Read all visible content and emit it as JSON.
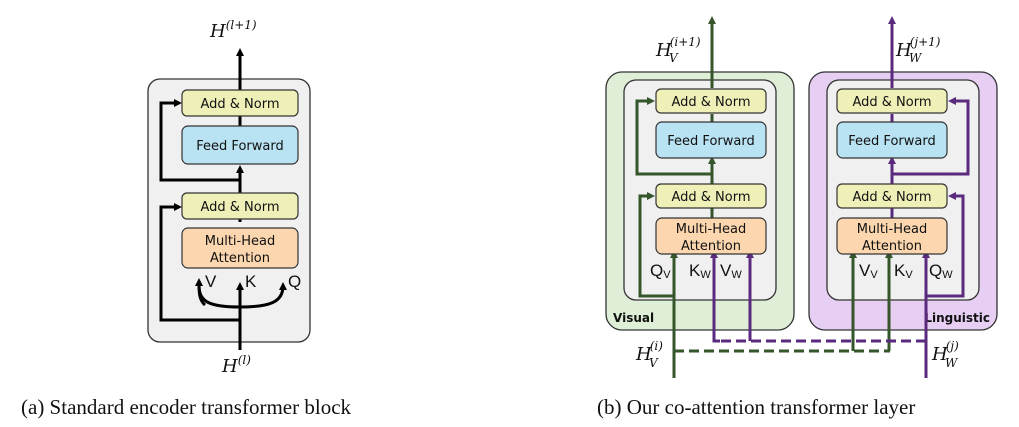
{
  "colors": {
    "add_norm_fill": "#eef0b8",
    "feed_forward_fill": "#b9e2f3",
    "attention_fill": "#fbd6ae",
    "block_fill": "#f0f0f0",
    "visual_fill": "#dfeed6",
    "linguistic_fill": "#e7cff3",
    "visual_stream": "#35562a",
    "linguistic_stream": "#5a2a7e",
    "black": "#000000"
  },
  "panel_a": {
    "caption": "(a) Standard encoder transformer block",
    "output": {
      "base": "H",
      "sup": "(l+1)"
    },
    "input": {
      "base": "H",
      "sup": "(l)"
    },
    "add_norm_top": "Add & Norm",
    "feed_forward": "Feed Forward",
    "add_norm_bottom": "Add & Norm",
    "attention_line1": "Multi-Head",
    "attention_line2": "Attention",
    "v_label": "V",
    "k_label": "K",
    "q_label": "Q"
  },
  "panel_b": {
    "caption": "(b) Our co-attention transformer layer",
    "visual": {
      "region_label": "Visual",
      "output": {
        "base": "H",
        "sub": "V",
        "sup": "(i+1)"
      },
      "input": {
        "base": "H",
        "sub": "V",
        "sup": "(i)"
      },
      "add_norm_top": "Add & Norm",
      "feed_forward": "Feed Forward",
      "add_norm_bottom": "Add & Norm",
      "attention_line1": "Multi-Head",
      "attention_line2": "Attention",
      "q": {
        "base": "Q",
        "sub": "V"
      },
      "k": {
        "base": "K",
        "sub": "W"
      },
      "v": {
        "base": "V",
        "sub": "W"
      }
    },
    "linguistic": {
      "region_label": "Linguistic",
      "output": {
        "base": "H",
        "sub": "W",
        "sup": "(j+1)"
      },
      "input": {
        "base": "H",
        "sub": "W",
        "sup": "(j)"
      },
      "add_norm_top": "Add & Norm",
      "feed_forward": "Feed Forward",
      "add_norm_bottom": "Add & Norm",
      "attention_line1": "Multi-Head",
      "attention_line2": "Attention",
      "v": {
        "base": "V",
        "sub": "V"
      },
      "k": {
        "base": "K",
        "sub": "V"
      },
      "q": {
        "base": "Q",
        "sub": "W"
      }
    }
  }
}
